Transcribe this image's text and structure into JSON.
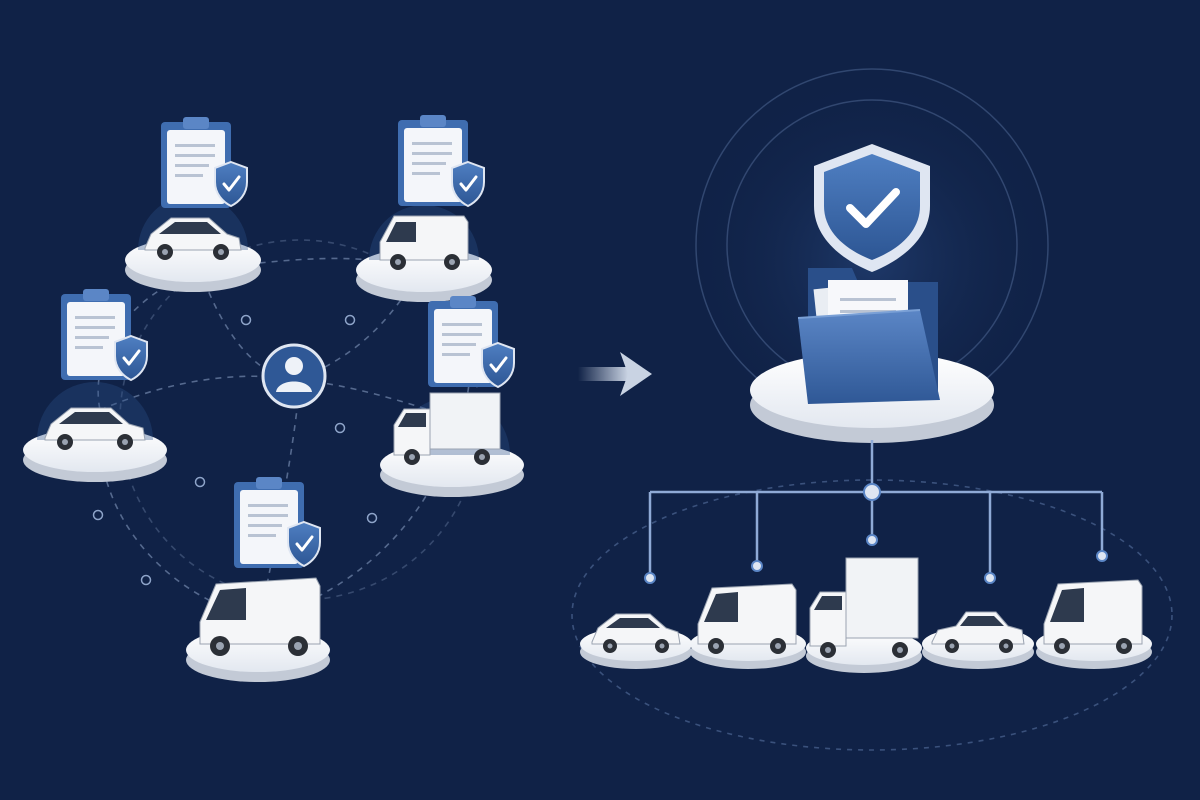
{
  "theme": {
    "background": "#102247",
    "background_glow": "#1f3a6b",
    "accent_blue": "#3f6db0",
    "accent_dark": "#2a4f8a",
    "platform": "#eef1f6",
    "line": "#9fb3d4",
    "vehicle_body": "#f5f6f8"
  },
  "left_cluster": {
    "hub_icon": "user-icon",
    "policies": [
      {
        "vehicle": "hatchback",
        "doc_icon": "clipboard-icon",
        "badge_icon": "shield-check-icon"
      },
      {
        "vehicle": "van",
        "doc_icon": "clipboard-icon",
        "badge_icon": "shield-check-icon"
      },
      {
        "vehicle": "hatchback",
        "doc_icon": "clipboard-icon",
        "badge_icon": "shield-check-icon"
      },
      {
        "vehicle": "box-truck",
        "doc_icon": "clipboard-icon",
        "badge_icon": "shield-check-icon"
      },
      {
        "vehicle": "van",
        "doc_icon": "clipboard-icon",
        "badge_icon": "shield-check-icon"
      }
    ]
  },
  "transition_icon": "arrow-right-icon",
  "right_cluster": {
    "central_icons": [
      "shield-check-icon",
      "folder-icon"
    ],
    "fleet": [
      "hatchback",
      "van",
      "box-truck",
      "sedan",
      "van"
    ]
  }
}
